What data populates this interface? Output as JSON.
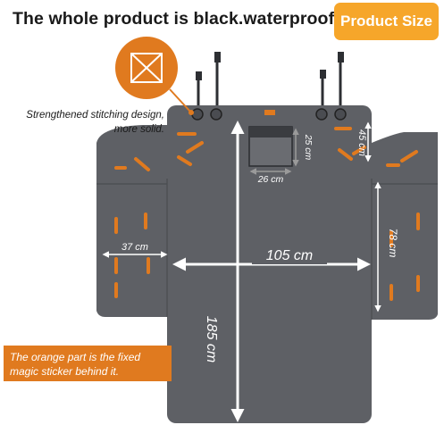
{
  "headline": "The whole product is black.waterproof.",
  "badge": "Product Size",
  "stitch_note": "Strengthened stitching design, more solid.",
  "callout": "The orange part is the fixed magic sticker behind it.",
  "dimensions": {
    "width_main": "105 cm",
    "length": "185 cm",
    "flap_width": "37 cm",
    "side_height": "78 cm",
    "top_height": "45 cm",
    "pocket_width": "26 cm",
    "pocket_height": "25 cm"
  },
  "colors": {
    "mat": "#5e6065",
    "accent": "#e07a1f",
    "badge": "#f6a62a",
    "arrow": "#ffffff"
  },
  "icons": [
    "stitch-cross-icon"
  ]
}
